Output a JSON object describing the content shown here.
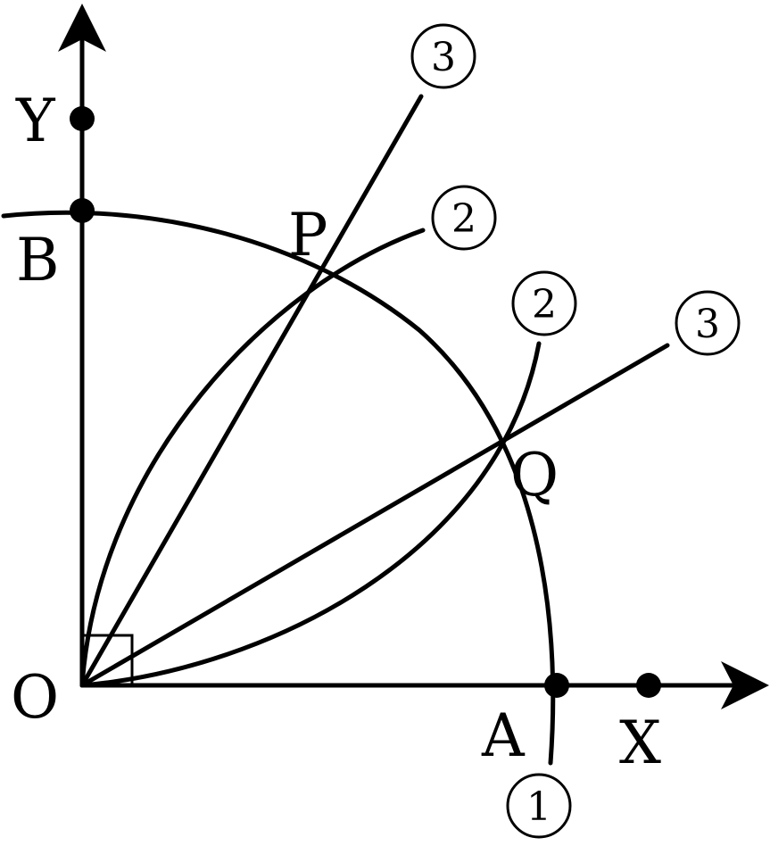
{
  "points": {
    "O": "O",
    "A": "A",
    "B": "B",
    "X": "X",
    "Y": "Y",
    "P": "P",
    "Q": "Q"
  },
  "steps": {
    "arc_1": "1",
    "arc_2a": "2",
    "arc_2b": "2",
    "line_3a": "3",
    "line_3b": "3"
  }
}
